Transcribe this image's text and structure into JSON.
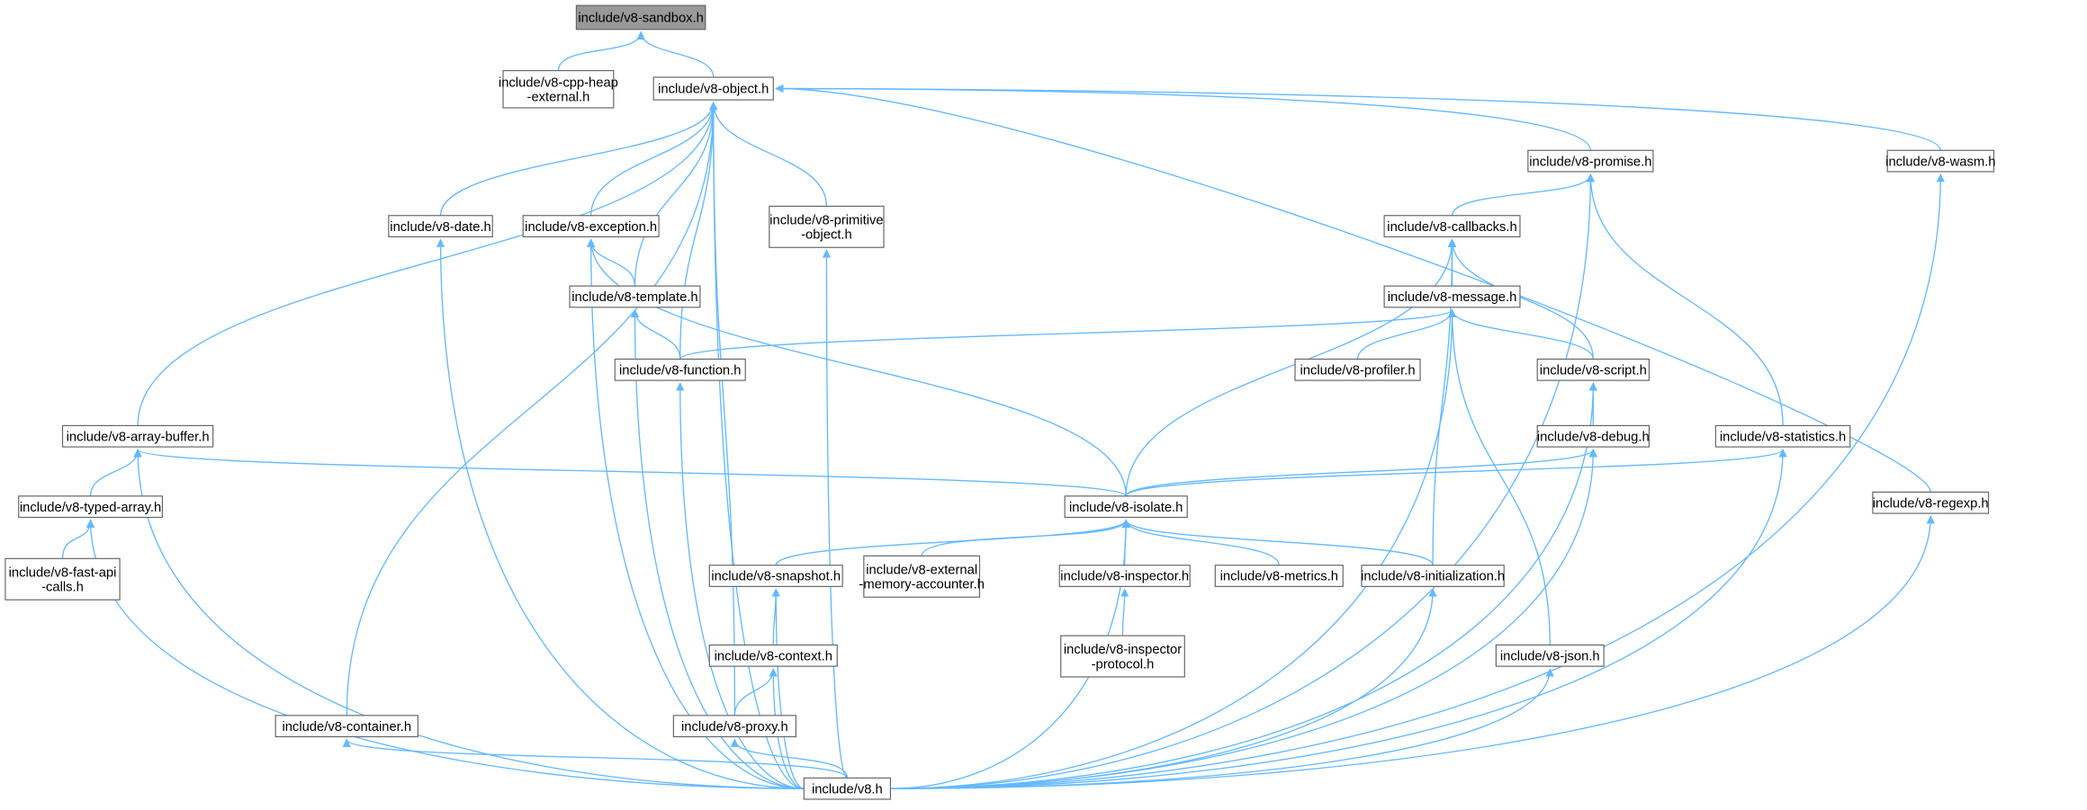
{
  "title": "include/v8-sandbox.h",
  "colors": {
    "edge": "#63b8ff",
    "root_fill": "#999999",
    "node_border": "#666666"
  },
  "nodes": {
    "sandbox": [
      "include/v8-sandbox.h"
    ],
    "cppheap": [
      "include/v8-cpp-heap",
      "-external.h"
    ],
    "object": [
      "include/v8-object.h"
    ],
    "promise": [
      "include/v8-promise.h"
    ],
    "wasm": [
      "include/v8-wasm.h"
    ],
    "date": [
      "include/v8-date.h"
    ],
    "exception": [
      "include/v8-exception.h"
    ],
    "callbacks": [
      "include/v8-callbacks.h"
    ],
    "primitive": [
      "include/v8-primitive",
      "-object.h"
    ],
    "template": [
      "include/v8-template.h"
    ],
    "message": [
      "include/v8-message.h"
    ],
    "function": [
      "include/v8-function.h"
    ],
    "profiler": [
      "include/v8-profiler.h"
    ],
    "script": [
      "include/v8-script.h"
    ],
    "arraybuffer": [
      "include/v8-array-buffer.h"
    ],
    "debug": [
      "include/v8-debug.h"
    ],
    "statistics": [
      "include/v8-statistics.h"
    ],
    "isolate": [
      "include/v8-isolate.h"
    ],
    "typedarray": [
      "include/v8-typed-array.h"
    ],
    "regexp": [
      "include/v8-regexp.h"
    ],
    "fastapi": [
      "include/v8-fast-api",
      "-calls.h"
    ],
    "snapshot": [
      "include/v8-snapshot.h"
    ],
    "extmem": [
      "include/v8-external",
      "-memory-accounter.h"
    ],
    "inspector": [
      "include/v8-inspector.h"
    ],
    "metrics": [
      "include/v8-metrics.h"
    ],
    "initialization": [
      "include/v8-initialization.h"
    ],
    "inspectorproto": [
      "include/v8-inspector",
      "-protocol.h"
    ],
    "context": [
      "include/v8-context.h"
    ],
    "json": [
      "include/v8-json.h"
    ],
    "container": [
      "include/v8-container.h"
    ],
    "proxy": [
      "include/v8-proxy.h"
    ],
    "v8": [
      "include/v8.h"
    ]
  },
  "edges": [
    [
      "cppheap",
      "sandbox"
    ],
    [
      "object",
      "sandbox"
    ],
    [
      "arraybuffer",
      "object"
    ],
    [
      "v8",
      "object"
    ],
    [
      "container",
      "object"
    ],
    [
      "date",
      "object"
    ],
    [
      "exception",
      "object"
    ],
    [
      "template",
      "object"
    ],
    [
      "function",
      "object"
    ],
    [
      "primitive",
      "object"
    ],
    [
      "proxy",
      "object"
    ],
    [
      "promise",
      "object"
    ],
    [
      "wasm",
      "object"
    ],
    [
      "regexp",
      "object"
    ],
    [
      "callbacks",
      "promise"
    ],
    [
      "statistics",
      "promise"
    ],
    [
      "v8",
      "promise"
    ],
    [
      "v8",
      "wasm"
    ],
    [
      "v8",
      "date"
    ],
    [
      "template",
      "exception"
    ],
    [
      "isolate",
      "exception"
    ],
    [
      "v8",
      "exception"
    ],
    [
      "function",
      "template"
    ],
    [
      "v8",
      "template"
    ],
    [
      "v8",
      "function"
    ],
    [
      "v8",
      "primitive"
    ],
    [
      "message",
      "callbacks"
    ],
    [
      "script",
      "callbacks"
    ],
    [
      "isolate",
      "callbacks"
    ],
    [
      "initialization",
      "callbacks"
    ],
    [
      "function",
      "message"
    ],
    [
      "profiler",
      "message"
    ],
    [
      "script",
      "message"
    ],
    [
      "json",
      "message"
    ],
    [
      "v8",
      "message"
    ],
    [
      "debug",
      "script"
    ],
    [
      "v8",
      "script"
    ],
    [
      "isolate",
      "debug"
    ],
    [
      "v8",
      "debug"
    ],
    [
      "isolate",
      "statistics"
    ],
    [
      "v8",
      "statistics"
    ],
    [
      "typedarray",
      "arraybuffer"
    ],
    [
      "isolate",
      "arraybuffer"
    ],
    [
      "v8",
      "arraybuffer"
    ],
    [
      "fastapi",
      "typedarray"
    ],
    [
      "v8",
      "typedarray"
    ],
    [
      "snapshot",
      "isolate"
    ],
    [
      "extmem",
      "isolate"
    ],
    [
      "inspector",
      "isolate"
    ],
    [
      "metrics",
      "isolate"
    ],
    [
      "initialization",
      "isolate"
    ],
    [
      "v8",
      "isolate"
    ],
    [
      "v8",
      "regexp"
    ],
    [
      "context",
      "snapshot"
    ],
    [
      "v8",
      "snapshot"
    ],
    [
      "inspectorproto",
      "inspector"
    ],
    [
      "proxy",
      "context"
    ],
    [
      "v8",
      "context"
    ],
    [
      "v8",
      "initialization"
    ],
    [
      "v8",
      "json"
    ],
    [
      "v8",
      "container"
    ],
    [
      "v8",
      "proxy"
    ]
  ]
}
